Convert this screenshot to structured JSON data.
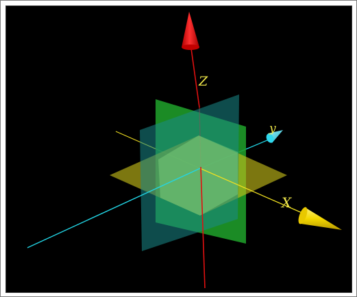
{
  "scene": {
    "background_color": "#000000",
    "axes": {
      "x": {
        "label": "X",
        "color": "#ffe000"
      },
      "y": {
        "label": "y",
        "color": "#22d6e6"
      },
      "z": {
        "label": "Z",
        "color": "#e01010"
      }
    },
    "planes": [
      {
        "name": "xy-plane",
        "color": "#c8c01a"
      },
      {
        "name": "xz-plane",
        "color": "#1f9e2a"
      },
      {
        "name": "yz-plane",
        "color": "#1a8a8a"
      }
    ]
  }
}
